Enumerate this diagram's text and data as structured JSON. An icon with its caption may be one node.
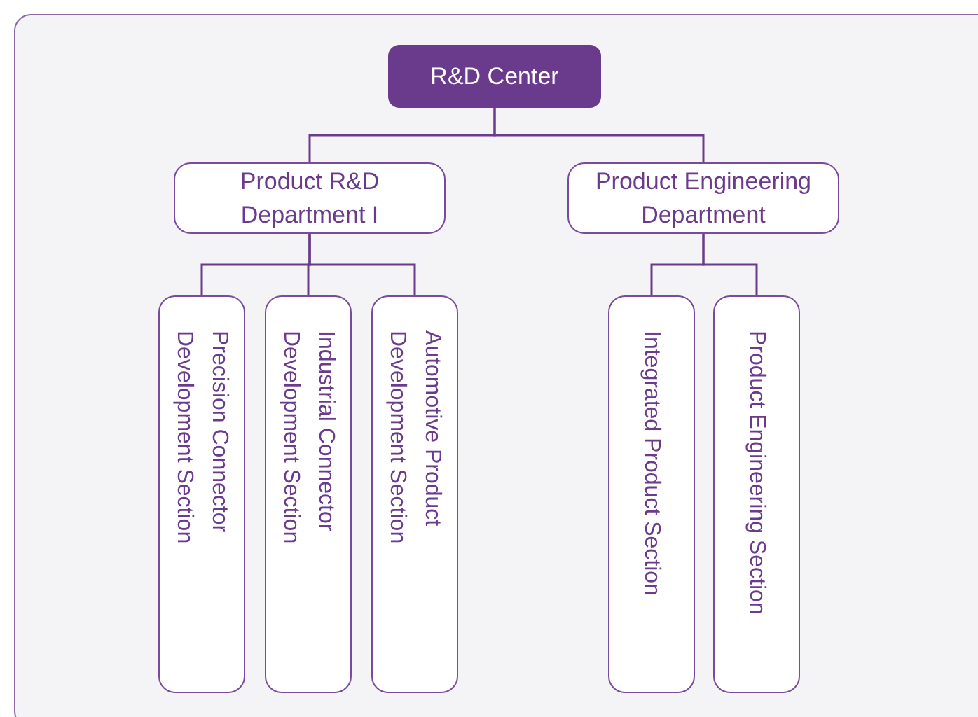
{
  "diagram": {
    "nodes": [
      {
        "text": [
          "R&D Center"
        ]
      },
      {
        "text": [
          "Product R&D Department I"
        ]
      },
      {
        "text": [
          "Product Engineering Department"
        ]
      },
      {
        "text": [
          "Precision Connector Development Section"
        ]
      },
      {
        "text": [
          "Industrial Connector Development Section"
        ]
      },
      {
        "text": [
          "Automotive Product Development Section"
        ]
      },
      {
        "text": [
          "Integrated Product Section"
        ]
      },
      {
        "text": [
          "Product Engineering Section"
        ]
      }
    ],
    "edges": [
      {
        "from": 0,
        "to": 1,
        "arrow": "none"
      },
      {
        "from": 0,
        "to": 2,
        "arrow": "none"
      },
      {
        "from": 1,
        "to": 3,
        "arrow": "none"
      },
      {
        "from": 1,
        "to": 4,
        "arrow": "none"
      },
      {
        "from": 1,
        "to": 5,
        "arrow": "none"
      },
      {
        "from": 2,
        "to": 6,
        "arrow": "none"
      },
      {
        "from": 2,
        "to": 7,
        "arrow": "none"
      }
    ]
  }
}
